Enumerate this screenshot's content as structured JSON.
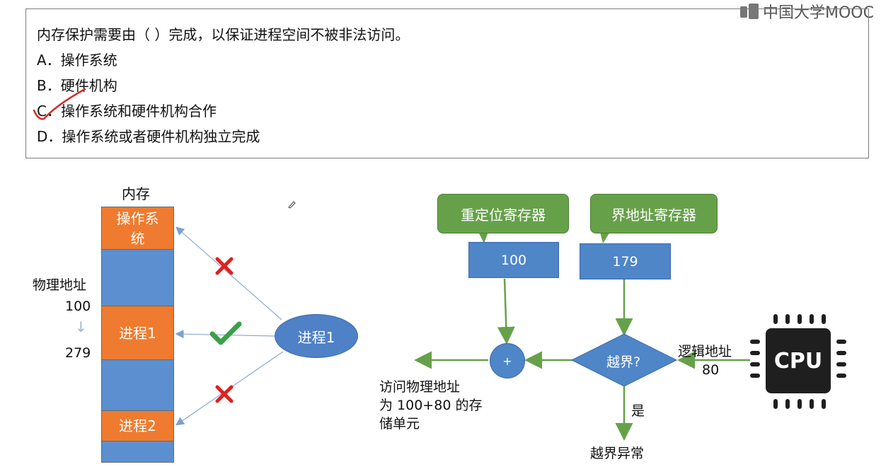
{
  "logo": {
    "text": "中国大学MOOC"
  },
  "question": {
    "stem": "内存保护需要由（  ）完成，以保证进程空间不被非法访问。",
    "options": [
      "A．操作系统",
      "B．硬件机构",
      "C．操作系统和硬件机构合作",
      "D．操作系统或者硬件机构独立完成"
    ]
  },
  "left_diagram": {
    "memory_label": "内存",
    "segments": {
      "os": "操作系\n统",
      "p1": "进程1",
      "p2": "进程2"
    },
    "physical_label": "物理地址",
    "addr_start": "100",
    "addr_end": "279",
    "arrow_symbol": "↓",
    "process": "进程1"
  },
  "right_diagram": {
    "relocation_register": "重定位寄存器",
    "bound_register": "界地址寄存器",
    "relocation_value": "100",
    "bound_value": "179",
    "plus": "+",
    "check": "越界?",
    "logical_label": "逻辑地址",
    "logical_value": "80",
    "cpu": "CPU",
    "yes_label": "是",
    "exception": "越界异常",
    "result_lines": [
      "访问物理地址",
      "为 100+80 的存",
      "储单元"
    ]
  },
  "colors": {
    "orange": "#ee7b2f",
    "blue": "#5b8fcf",
    "green": "#66a14a",
    "red": "#e02020",
    "check": "#3aa04a"
  }
}
